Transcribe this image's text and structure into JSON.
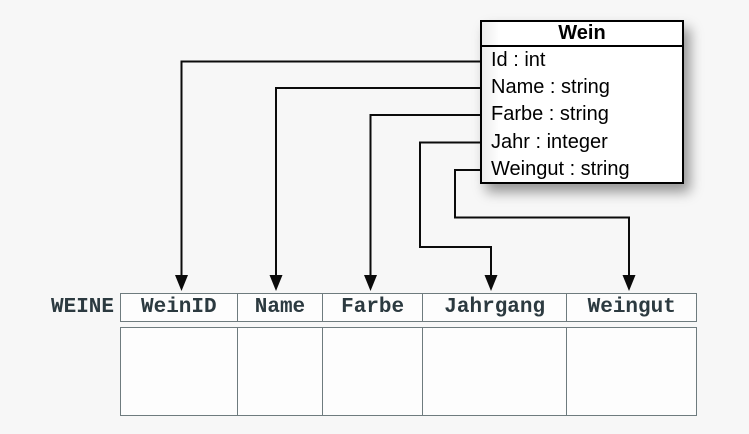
{
  "colors": {
    "bg": "#f7f7f7",
    "line": "#0b0b0b",
    "box-border": "#000000",
    "box-bg": "#ffffff",
    "table-border": "#6e7b7e",
    "table-text": "#2c3a40"
  },
  "class_box": {
    "title": "Wein",
    "attributes": [
      "Id : int",
      "Name : string",
      "Farbe : string",
      "Jahr : integer",
      "Weingut : string"
    ]
  },
  "table": {
    "name": "WEINE",
    "columns": [
      "WeinID",
      "Name",
      "Farbe",
      "Jahrgang",
      "Weingut"
    ],
    "rows": [
      [
        "",
        "",
        "",
        "",
        ""
      ]
    ]
  },
  "mappings": [
    {
      "from": "Id",
      "to": "WeinID"
    },
    {
      "from": "Name",
      "to": "Name"
    },
    {
      "from": "Farbe",
      "to": "Farbe"
    },
    {
      "from": "Jahr",
      "to": "Jahrgang"
    },
    {
      "from": "Weingut",
      "to": "Weingut"
    }
  ]
}
